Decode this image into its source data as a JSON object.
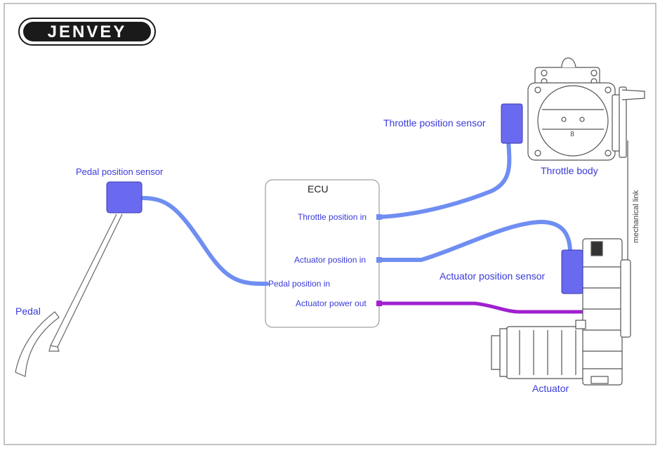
{
  "brand": {
    "logo_text": "JENVEY"
  },
  "ecu": {
    "title": "ECU",
    "inputs": {
      "throttle": "Throttle position in",
      "actuator": "Actuator position in",
      "pedal": "Pedal position in",
      "power": "Actuator power out"
    }
  },
  "labels": {
    "pedal_sensor": "Pedal position sensor",
    "pedal": "Pedal",
    "throttle_sensor": "Throttle position sensor",
    "throttle_body": "Throttle body",
    "throttle_body_number": "8",
    "actuator_sensor": "Actuator position sensor",
    "actuator": "Actuator",
    "mechanical_link": "mechanical link"
  },
  "colors": {
    "signal_wire": "#6f8ef2",
    "power_wire": "#a020d0",
    "sensor_fill": "#6a6af0",
    "label_text": "#3a3ad8"
  }
}
